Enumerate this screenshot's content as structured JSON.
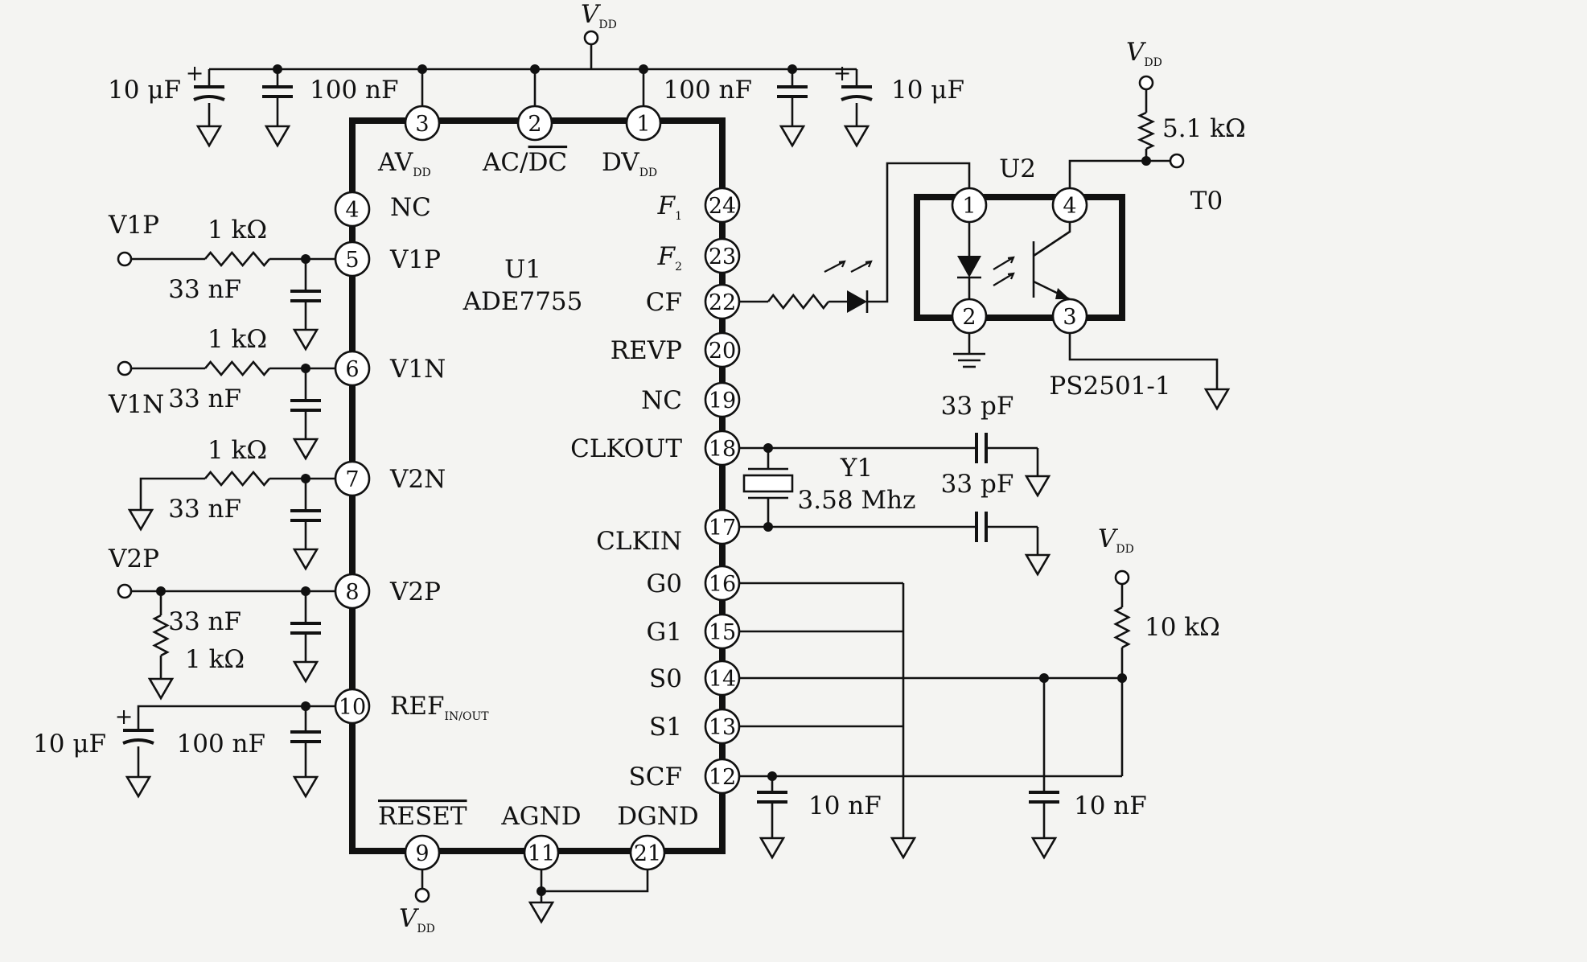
{
  "vdd": {
    "main": "V",
    "sub": "DD"
  },
  "caps": {
    "c10u": "10 μF",
    "c100n": "100 nF",
    "c33n": "33 nF",
    "c33p": "33 pF",
    "c10n": "10 nF"
  },
  "res": {
    "r1k": "1 kΩ",
    "r51k": "5.1 kΩ",
    "r10k": "10 kΩ"
  },
  "u1": {
    "ref": "U1",
    "part": "ADE7755"
  },
  "u2": {
    "ref": "U2",
    "part": "PS2501-1"
  },
  "y1": {
    "ref": "Y1",
    "freq": "3.58 Mhz"
  },
  "terminals": {
    "v1p": "V1P",
    "v1n": "V1N",
    "v2p": "V2P",
    "t0": "T0"
  },
  "pins": [
    {
      "num": "1",
      "name": "DV",
      "sub": "DD"
    },
    {
      "num": "2",
      "name": "AC/DC"
    },
    {
      "num": "3",
      "name": "AV",
      "sub": "DD"
    },
    {
      "num": "4",
      "name": "NC"
    },
    {
      "num": "5",
      "name": "V1P"
    },
    {
      "num": "6",
      "name": "V1N"
    },
    {
      "num": "7",
      "name": "V2N"
    },
    {
      "num": "8",
      "name": "V2P"
    },
    {
      "num": "10",
      "name": "REF",
      "sub": "IN/OUT"
    },
    {
      "num": "9",
      "name": "RESET"
    },
    {
      "num": "11",
      "name": "AGND"
    },
    {
      "num": "21",
      "name": "DGND"
    },
    {
      "num": "24",
      "name": "F",
      "sub": "1"
    },
    {
      "num": "23",
      "name": "F",
      "sub": "2"
    },
    {
      "num": "22",
      "name": "CF"
    },
    {
      "num": "20",
      "name": "REVP"
    },
    {
      "num": "19",
      "name": "NC"
    },
    {
      "num": "18",
      "name": "CLKOUT"
    },
    {
      "num": "17",
      "name": "CLKIN"
    },
    {
      "num": "16",
      "name": "G0"
    },
    {
      "num": "15",
      "name": "G1"
    },
    {
      "num": "14",
      "name": "S0"
    },
    {
      "num": "13",
      "name": "S1"
    },
    {
      "num": "12",
      "name": "SCF"
    }
  ],
  "u2_pins": [
    "1",
    "2",
    "3",
    "4"
  ]
}
